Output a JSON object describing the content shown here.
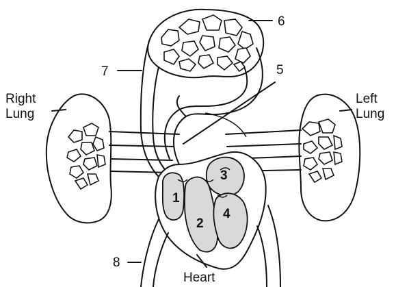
{
  "labels": {
    "right_lung": [
      "Right",
      "Lung"
    ],
    "left_lung": [
      "Left",
      "Lung"
    ],
    "heart": "Heart"
  },
  "callouts": [
    "5",
    "6",
    "7",
    "8"
  ],
  "chambers": [
    "1",
    "2",
    "3",
    "4"
  ],
  "colors": {
    "line": "#111111",
    "chamber_fill": "#d9d9d9",
    "background": "#ffffff"
  }
}
